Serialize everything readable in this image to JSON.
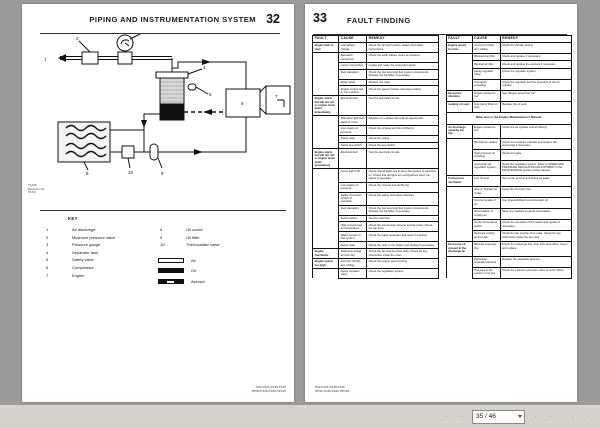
{
  "viewer": {
    "toolbar": {
      "first_page_label": "first-page",
      "prev_page_label": "previous-page",
      "page_value": "35 / 46",
      "next_page_label": "next-page",
      "last_page_label": "last-page",
      "copy_label": "copy",
      "print_label": "print"
    }
  },
  "left_page": {
    "header": {
      "title": "PIPING AND INSTRUMENTATION SYSTEM",
      "page_number": "32"
    },
    "drawing_number": "T1106\nRevision 01\n07/04",
    "diagram": {
      "callouts": [
        "1",
        "2",
        "3",
        "4",
        "5",
        "6",
        "7",
        "8",
        "9",
        "10"
      ],
      "components": {
        "inlet_valve": "2",
        "pressure_gauge": "3",
        "separator_tank": "4",
        "safety_valve": "5",
        "compressor": "6",
        "engine": "7",
        "oil_cooler": "8",
        "oil_filter": "9",
        "thermostatic_valve": "10"
      }
    },
    "key": {
      "title": "KEY",
      "items_left": [
        {
          "num": "1",
          "label": "Air discharge"
        },
        {
          "num": "2",
          "label": "Minimum pressure valve"
        },
        {
          "num": "3",
          "label": "Pressure gauge"
        },
        {
          "num": "4",
          "label": "Separator tank"
        },
        {
          "num": "5",
          "label": "Safety valve"
        },
        {
          "num": "6",
          "label": "Compressor"
        },
        {
          "num": "7",
          "label": "Engine"
        }
      ],
      "items_right": [
        {
          "num": "8",
          "label": "Oil cooler"
        },
        {
          "num": "9",
          "label": "Oil filter"
        },
        {
          "num": "10",
          "label": "Thermostatic valve"
        }
      ],
      "legend": [
        {
          "swatch": "air",
          "label": "Air"
        },
        {
          "swatch": "oil",
          "label": "Oil"
        },
        {
          "swatch": "aerosol",
          "label": "Aerosol"
        }
      ]
    },
    "footer": "P60 P101 P130 P130\nHP90 P130 P160 HP145"
  },
  "right_page": {
    "header": {
      "page_number": "33",
      "title": "FAULT FINDING"
    },
    "columns": [
      "FAULT",
      "CAUSE",
      "REMEDY"
    ],
    "table_left": [
      {
        "fault": "Engine fails to start",
        "cause": "Low battery charge.",
        "remedy": "Check the fan belt tension, battery and cable connections."
      },
      {
        "fault": "",
        "cause": "Bad earth connection.",
        "remedy": "Check the earth cables, clean as required."
      },
      {
        "fault": "",
        "cause": "Looser connection",
        "remedy": "Locate and make the connection good."
      },
      {
        "fault": "",
        "cause": "Fuel starvation",
        "remedy": "Check the fuel level and fuel system components. Replace the fuel filter if necessary."
      },
      {
        "fault": "",
        "cause": "Relay failed.",
        "remedy": "Replace the relay."
      },
      {
        "fault": "",
        "cause": "Engine control not in 'run' position.",
        "remedy": "Check the speed cylinder and stop position."
      },
      {
        "fault": "Engine starts but will not run or engine shuts down immediately",
        "cause": "Electrical fault",
        "remedy": "Test the electrical circuits."
      },
      {
        "fault": "",
        "cause": "Alternator light bulb failed or loose.",
        "remedy": "Replace or re-tighten the bulb as appropriate."
      },
      {
        "fault": "",
        "cause": "Low engine oil pressure.",
        "remedy": "Check the oil level and the oil filter(s)."
      },
      {
        "fault": "",
        "cause": "Faulty relay.",
        "remedy": "Check the relays."
      },
      {
        "fault": "",
        "cause": "Faulty key-switch",
        "remedy": "Check the key-switch."
      },
      {
        "fault": "Engine starts but will not run or engine shuts down prematurely",
        "cause": "Electrical fault",
        "remedy": "Test the electrical circuits."
      },
      {
        "fault": "",
        "cause": "Loose light bulb.",
        "remedy": "Check that all lights are lit when the ignition is switched on. Check that all lights are extinguished when the starter is operated."
      },
      {
        "fault": "",
        "cause": "Low engine oil pressure.",
        "remedy": "Check the oil level and oil filter(s)."
      },
      {
        "fault": "",
        "cause": "Safety shut-down system in operation.",
        "remedy": "Check the safety shut-down switches."
      },
      {
        "fault": "",
        "cause": "Fuel starvation.",
        "remedy": "Check the fuel level and fuel system components. Replace the fuel filter if necessary."
      },
      {
        "fault": "",
        "cause": "Switch failure.",
        "remedy": "Test the switches."
      },
      {
        "fault": "",
        "cause": "High compressed air temperature.",
        "remedy": "Check the compressor oil level and oil cooler. Check the fan drive."
      },
      {
        "fault": "",
        "cause": "Water present in fuel system.",
        "remedy": "Check the water separator and clean if required."
      },
      {
        "fault": "",
        "cause": "Faulty relay.",
        "remedy": "Check the relay in the holder and replace if necessary."
      },
      {
        "fault": "Engine Overheats.",
        "cause": "Reduced cooling air from fan.",
        "remedy": "Check the fan and the drive belts. Check for any obstruction inside the cowl."
      },
      {
        "fault": "Engine speed too high.",
        "cause": "Incorrect throttle arm setting.",
        "remedy": "Check the engine speed setting."
      },
      {
        "fault": "",
        "cause": "Faulty regulator valve.",
        "remedy": "Check the regulation system."
      }
    ],
    "table_right": [
      {
        "fault": "Engine speed too low.",
        "cause": "Incorrect throttle arm setting.",
        "remedy": "Check the throttle setting."
      },
      {
        "fault": "",
        "cause": "Blocked fuel filter",
        "remedy": "Check and replace if necessary."
      },
      {
        "fault": "",
        "cause": "Blocked air filter",
        "remedy": "Check and replace the element if necessary."
      },
      {
        "fault": "",
        "cause": "Faulty regulator valve.",
        "remedy": "Check the regulator system."
      },
      {
        "fault": "",
        "cause": "Premature unloading",
        "remedy": "Check the regulator and the operation of the air cylinder."
      },
      {
        "fault": "Excessive vibration.",
        "cause": "Engine speed too low",
        "remedy": "See \"Engine speed too low\""
      },
      {
        "fault": "Leaking oil seal.",
        "cause": "Improperly fitted oil seal",
        "remedy": "Replace the oil seal."
      },
      {
        "fault": "Air discharge capacity too low.",
        "cause": "Engine speed too low.",
        "remedy": "Check the air cylinder and air filter(s)."
      },
      {
        "fault": "",
        "cause": "Blocked air cleaner",
        "remedy": "Check the restrictor indicator and replace the element(s) if necessary."
      },
      {
        "fault": "",
        "cause": "High pressure air escaping",
        "remedy": "Check for leaks."
      },
      {
        "fault": "",
        "cause": "Incorrectly set regulation system",
        "remedy": "Reset the regulation system. Refer to SPEED AND PRESSURE REGULATION ADJUSTMENT in the MAINTENANCE section of this manual."
      },
      {
        "fault": "Compressor overheats.",
        "cause": "Low oil level",
        "remedy": "Top up the oil level and check for leaks."
      },
      {
        "fault": "",
        "cause": "Dirty or blocked oil cooler",
        "remedy": "Clean the oil cooler fins."
      },
      {
        "fault": "",
        "cause": "Incorrect grade of oil.",
        "remedy": "Use Ingersoll-Rand recommended oil."
      },
      {
        "fault": "",
        "cause": "Recirculation of cooling air",
        "remedy": "Move the machine to avoid recirculation."
      },
      {
        "fault": "",
        "cause": "Faulty temperature switch.",
        "remedy": "Check the operation of the switch and replace if necessary."
      },
      {
        "fault": "",
        "cause": "Reduced cooling air from fan.",
        "remedy": "Check the fan and the drive belts. Check for any obstruction inside the fan cowl."
      },
      {
        "fault": "Excessive oil present in the discharge air.",
        "cause": "Blocked scavenge line",
        "remedy": "Check the scavenge line, drop tube and orifice. Clean and replace."
      },
      {
        "fault": "",
        "cause": "Perforated separator element",
        "remedy": "Replace the separator element."
      },
      {
        "fault": "",
        "cause": "Pressure in the system is too low",
        "remedy": "Check the minimum pressure valve or sonic orifice."
      }
    ],
    "note": "Refer also to the Engine Manufacturer's Manual.",
    "footer": "P60 P101 P130 P130\nHP90 P130 P160 HP145"
  },
  "colors": {
    "page_bg": "#ffffff",
    "viewer_bg": "#9b9b9b",
    "toolbar_bg": "#d6d3ce",
    "ink": "#111111"
  }
}
